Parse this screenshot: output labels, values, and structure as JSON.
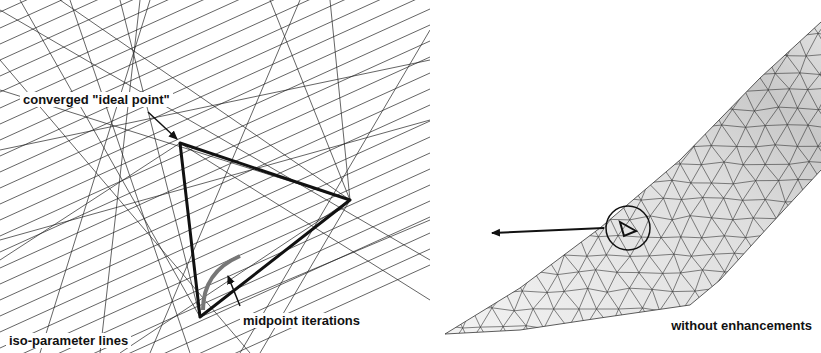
{
  "diagram": {
    "labels": [
      "converged \"ideal point\"",
      "midpoint iterations",
      "iso-parameter lines",
      "without enhancements"
    ]
  }
}
